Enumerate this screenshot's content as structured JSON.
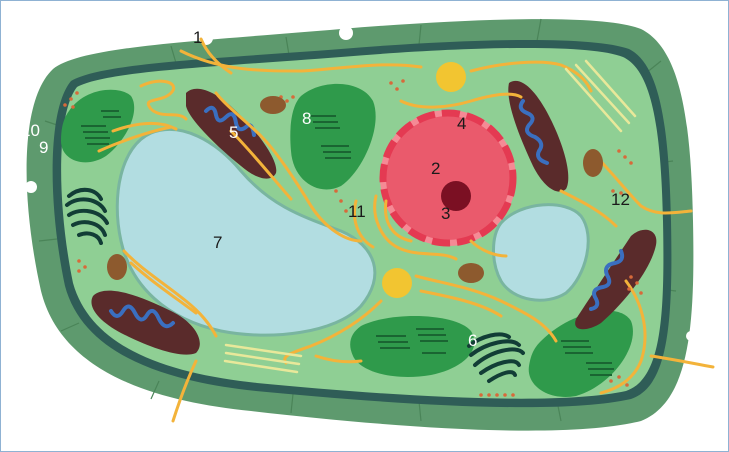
{
  "diagram": {
    "colors": {
      "cell_wall": "#5e9a6e",
      "cell_membrane": "#2f5d57",
      "cytoplasm": "#8fcf94",
      "vacuole": "#b2dde1",
      "nucleus": "#ea5a6c",
      "nucleolus": "#7b1023",
      "chloroplast": "#2f9a4b",
      "mitochondrion": "#5a2b2b",
      "er": "#f3b33a",
      "golgi": "#123d36",
      "vesicle": "#f2c531",
      "lysosome": "#8d5a2e"
    },
    "labels": [
      {
        "id": "1",
        "text": "1"
      },
      {
        "id": "2",
        "text": "2"
      },
      {
        "id": "3",
        "text": "3"
      },
      {
        "id": "4",
        "text": "4"
      },
      {
        "id": "5",
        "text": "5"
      },
      {
        "id": "6",
        "text": "6"
      },
      {
        "id": "7",
        "text": "7"
      },
      {
        "id": "8",
        "text": "8"
      },
      {
        "id": "9",
        "text": "9"
      },
      {
        "id": "10",
        "text": "10"
      },
      {
        "id": "11",
        "text": "11"
      },
      {
        "id": "12",
        "text": "12"
      }
    ]
  }
}
